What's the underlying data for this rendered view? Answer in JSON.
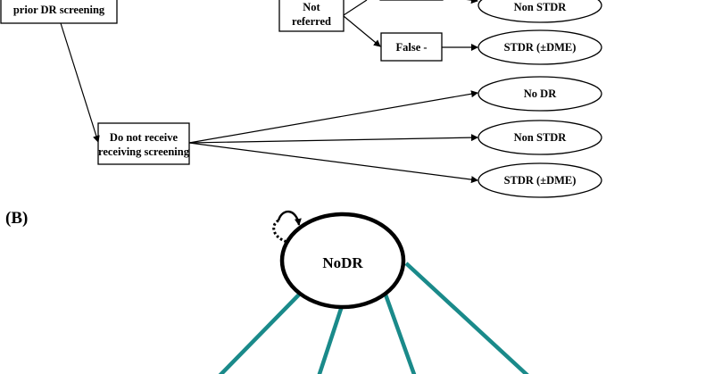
{
  "panel_b_label": "(B)",
  "panel_a": {
    "nodes": {
      "prior_dr_screening": "prior DR screening",
      "not_referred_line1": "Not",
      "not_referred_line2": "referred",
      "false_negative": "False -",
      "do_not_receive_line1": "Do not receive",
      "do_not_receive_line2": "receiving screening"
    },
    "outcomes": {
      "top_non_stdr": "Non STDR",
      "top_stdr_dme": "STDR (±DME)",
      "no_dr": "No DR",
      "non_stdr": "Non STDR",
      "stdr_dme": "STDR (±DME)"
    }
  },
  "panel_b": {
    "state_node": "NoDR"
  },
  "colors": {
    "line": "#000000",
    "teal": "#1a8a8a",
    "background": "#ffffff"
  }
}
